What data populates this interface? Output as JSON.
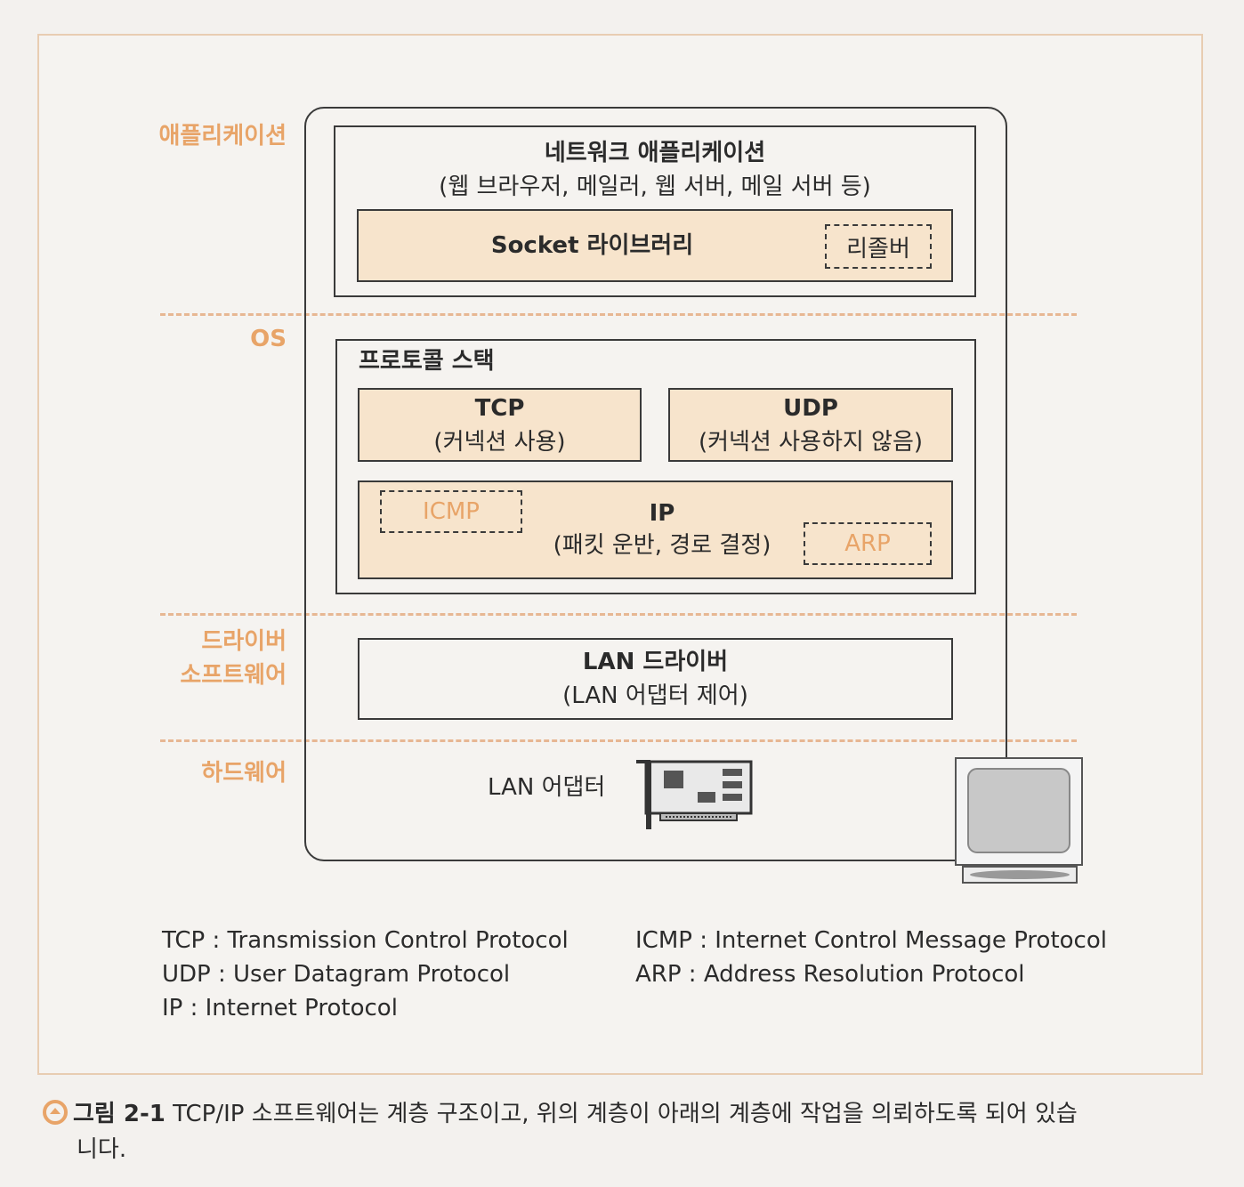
{
  "layers": {
    "application": "애플리케이션",
    "os": "OS",
    "driver_line1": "드라이버",
    "driver_line2": "소프트웨어",
    "hardware": "하드웨어"
  },
  "network_app": {
    "title": "네트워크 애플리케이션",
    "subtitle": "(웹 브라우저, 메일러, 웹 서버, 메일 서버 등)"
  },
  "socket": {
    "label": "Socket 라이브러리",
    "resolver": "리졸버"
  },
  "protocol_stack": {
    "title": "프로토콜 스택",
    "tcp": {
      "title": "TCP",
      "subtitle": "(커넥션 사용)"
    },
    "udp": {
      "title": "UDP",
      "subtitle": "(커넥션 사용하지 않음)"
    },
    "ip": {
      "title": "IP",
      "subtitle": "(패킷 운반, 경로 결정)"
    },
    "icmp": "ICMP",
    "arp": "ARP"
  },
  "lan_driver": {
    "title": "LAN 드라이버",
    "subtitle": "(LAN 어댑터 제어)"
  },
  "hardware": {
    "adapter_label": "LAN 어댑터",
    "icons": [
      "network-card-icon",
      "computer-monitor-icon"
    ]
  },
  "legend": {
    "left": [
      "TCP : Transmission Control Protocol",
      "UDP : User Datagram Protocol",
      "IP : Internet Protocol"
    ],
    "right": [
      "ICMP : Internet Control Message Protocol",
      "ARP : Address Resolution Protocol"
    ]
  },
  "caption": {
    "prefix": "그림 2-1",
    "line1": "TCP/IP 소프트웨어는 계층 구조이고, 위의 계층이 아래의 계층에 작업을 의뢰하도록 되어 있습",
    "line2": "니다."
  },
  "colors": {
    "accent": "#e8a468",
    "fill": "#f7e4cc",
    "line": "#3a3a3a"
  }
}
